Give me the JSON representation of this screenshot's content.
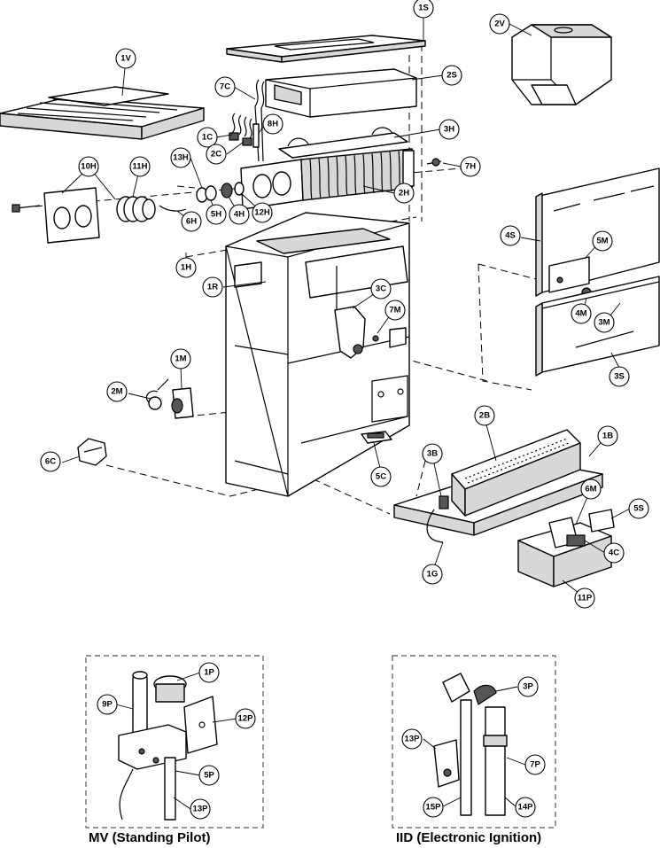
{
  "callouts": {
    "c_1S": "1S",
    "c_2V": "2V",
    "c_1V": "1V",
    "c_7C": "7C",
    "c_2S": "2S",
    "c_8H": "8H",
    "c_1C": "1C",
    "c_3H": "3H",
    "c_13H": "13H",
    "c_2C": "2C",
    "c_11H": "11H",
    "c_10H": "10H",
    "c_7H": "7H",
    "c_2H": "2H",
    "c_5H": "5H",
    "c_4H": "4H",
    "c_12H": "12H",
    "c_6H": "6H",
    "c_4S": "4S",
    "c_5M": "5M",
    "c_1H": "1H",
    "c_1R": "1R",
    "c_3C": "3C",
    "c_7M": "7M",
    "c_4M": "4M",
    "c_3M": "3M",
    "c_1M": "1M",
    "c_3S": "3S",
    "c_2M": "2M",
    "c_2B": "2B",
    "c_1B": "1B",
    "c_6C": "6C",
    "c_3B": "3B",
    "c_5C": "5C",
    "c_6M": "6M",
    "c_5S": "5S",
    "c_4C": "4C",
    "c_1G": "1G",
    "c_11P": "11P",
    "c_1P": "1P",
    "c_9P": "9P",
    "c_12P": "12P",
    "c_5P": "5P",
    "c_13P_mv": "13P",
    "c_3P": "3P",
    "c_13P_iid": "13P",
    "c_7P": "7P",
    "c_15P": "15P",
    "c_14P": "14P"
  },
  "captions": {
    "mv": "MV (Standing Pilot)",
    "iid": "IID (Electronic Ignition)"
  }
}
